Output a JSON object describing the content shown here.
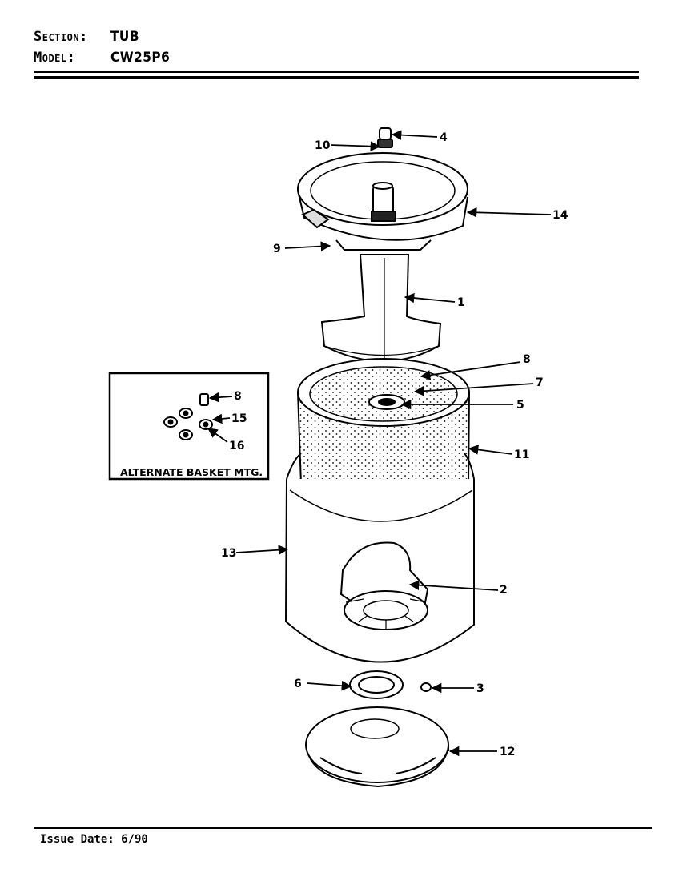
{
  "header": {
    "section_label": "Section:",
    "section_value": "TUB",
    "model_label": "Model:",
    "model_value": "CW25P6"
  },
  "inset": {
    "caption": "ALTERNATE BASKET MTG."
  },
  "callouts": {
    "c1": "1",
    "c2": "2",
    "c3": "3",
    "c4": "4",
    "c5": "5",
    "c6": "6",
    "c7": "7",
    "c8": "8",
    "c9": "9",
    "c10": "10",
    "c11": "11",
    "c12": "12",
    "c13": "13",
    "c14": "14",
    "i8": "8",
    "i15": "15",
    "i16": "16"
  },
  "footer": {
    "issue_date": "Issue Date: 6/90"
  }
}
